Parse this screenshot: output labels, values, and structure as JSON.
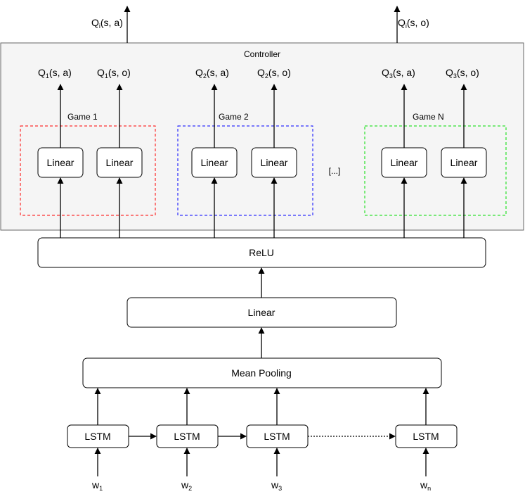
{
  "controller": {
    "label": "Controller"
  },
  "top_outputs": [
    {
      "q": "Q",
      "sub": "i",
      "args": "(s, a)"
    },
    {
      "q": "Q",
      "sub": "i",
      "args": "(s, o)"
    }
  ],
  "games": [
    {
      "label": "Game 1",
      "color": "#ff0000",
      "heads": [
        {
          "label": "Linear",
          "q": "Q",
          "sub": "1",
          "args": "(s, a)"
        },
        {
          "label": "Linear",
          "q": "Q",
          "sub": "1",
          "args": "(s, o)"
        }
      ]
    },
    {
      "label": "Game 2",
      "color": "#0000ff",
      "heads": [
        {
          "label": "Linear",
          "q": "Q",
          "sub": "2",
          "args": "(s, a)"
        },
        {
          "label": "Linear",
          "q": "Q",
          "sub": "2",
          "args": "(s, o)"
        }
      ]
    },
    {
      "label": "Game N",
      "color": "#00dd00",
      "heads": [
        {
          "label": "Linear",
          "q": "Q",
          "sub": "3",
          "args": "(s, a)"
        },
        {
          "label": "Linear",
          "q": "Q",
          "sub": "3",
          "args": "(s, o)"
        }
      ]
    }
  ],
  "ellipsis": "[...]",
  "relu": {
    "label": "ReLU"
  },
  "linear": {
    "label": "Linear"
  },
  "mean_pooling": {
    "label": "Mean Pooling"
  },
  "lstms": [
    {
      "label": "LSTM",
      "w": "w",
      "sub": "1"
    },
    {
      "label": "LSTM",
      "w": "w",
      "sub": "2"
    },
    {
      "label": "LSTM",
      "w": "w",
      "sub": "3"
    },
    {
      "label": "LSTM",
      "w": "w",
      "sub": "n"
    }
  ],
  "colors": {
    "controller_fill": "#f5f5f5",
    "stroke": "#000000"
  }
}
